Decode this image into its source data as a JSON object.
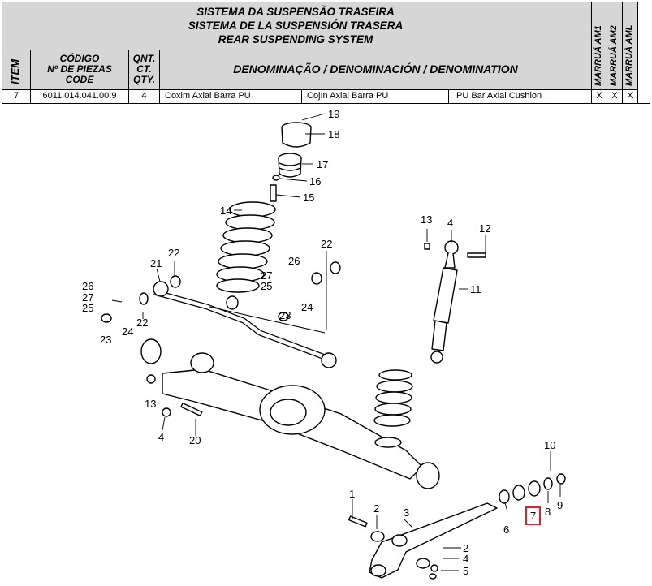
{
  "title": {
    "pt": "SISTEMA DA SUSPENSÃO TRASEIRA",
    "es": "SISTEMA DE LA SUSPENSIÓN TRASERA",
    "en": "REAR SUSPENDING SYSTEM"
  },
  "columns": {
    "item": "ITEM",
    "code": [
      "CÓDIGO",
      "Nº DE PIEZAS",
      "CODE"
    ],
    "qty": [
      "QNT.",
      "CT.",
      "QTY."
    ],
    "denomination": "DENOMINAÇÃO / DENOMINACIÓN / DENOMINATION",
    "models": [
      "MARRUÁ AM1",
      "MARRUÁ AM2",
      "MARRUÁ AML"
    ]
  },
  "row": {
    "item": "7",
    "code": "6011.014.041.00.9",
    "qty": "4",
    "pt": "Coxim Axial Barra PU",
    "es": "Cojín Axial Barra PU",
    "en": "PU Bar Axial Cushion",
    "am1": "X",
    "am2": "X",
    "aml": "X"
  },
  "callouts": [
    "19",
    "18",
    "17",
    "16",
    "15",
    "14",
    "13",
    "4",
    "12",
    "11",
    "22",
    "21",
    "26",
    "27",
    "25",
    "24",
    "23",
    "22",
    "26",
    "27",
    "25",
    "23",
    "24",
    "22",
    "13",
    "4",
    "20",
    "10",
    "1",
    "2",
    "3",
    "6",
    "7",
    "8",
    "9",
    "2",
    "4",
    "5"
  ],
  "highlighted_callout": "7",
  "colors": {
    "header_bg": "#d6d6d6",
    "highlight": "#e0202a"
  }
}
